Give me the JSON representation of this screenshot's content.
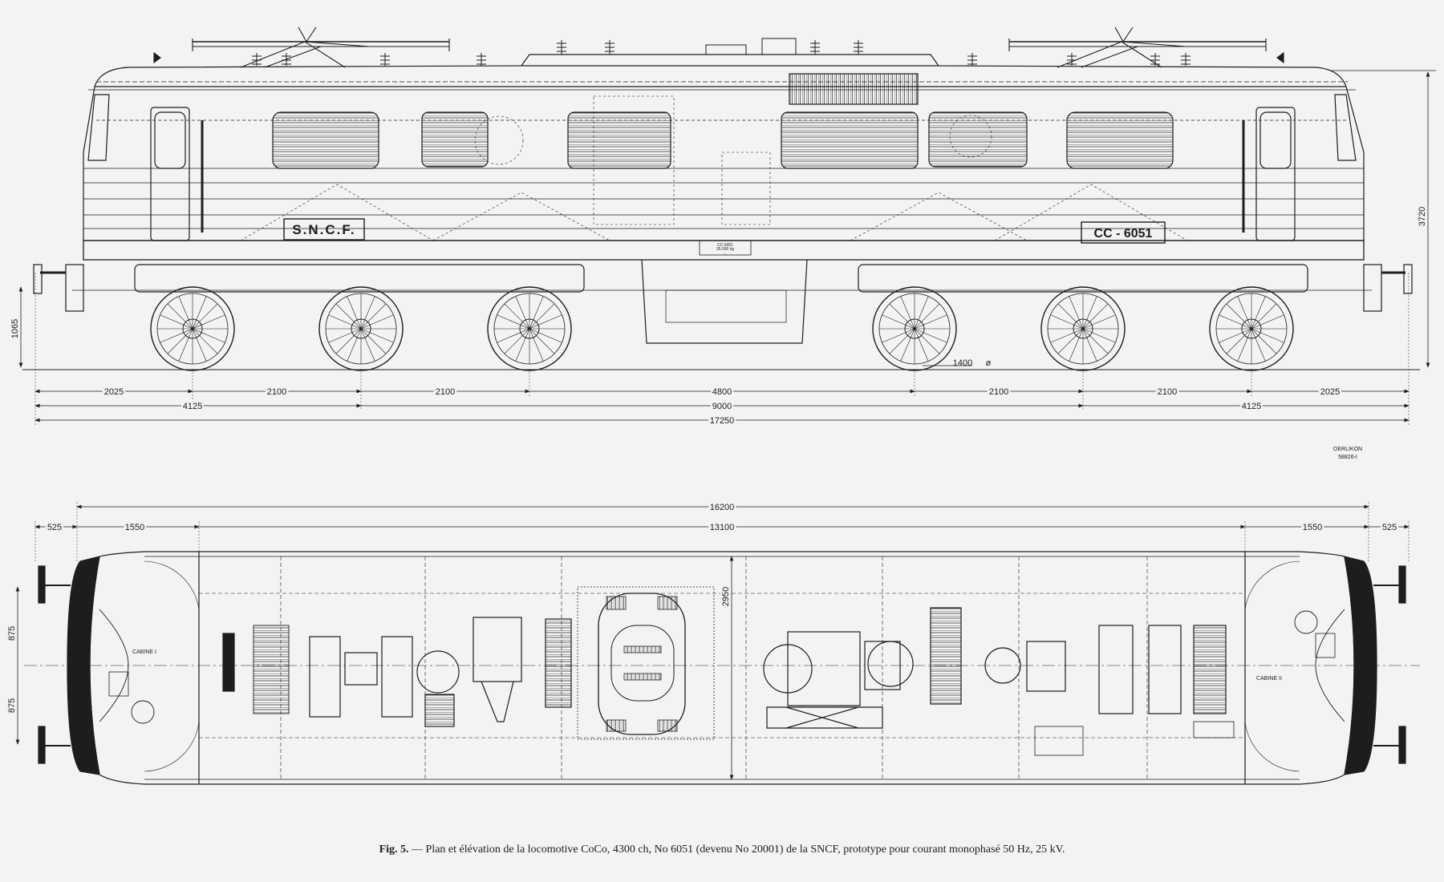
{
  "elevation": {
    "body_lettering": "S.N.C.F.",
    "number_plate": "CC - 6051",
    "height_dims": [
      "1065",
      "3720"
    ],
    "wheel_dim": "1400",
    "wheel_symbol": "ø",
    "row1": [
      "2025",
      "2100",
      "2100",
      "4800",
      "2100",
      "2100",
      "2025"
    ],
    "row2": [
      "4125",
      "9000",
      "4125"
    ],
    "row3": [
      "17250"
    ],
    "placard": [
      "CC-6051",
      "35.000 kg",
      "..."
    ]
  },
  "stamp": {
    "maker": "OERLIKON",
    "ref": "58826-I"
  },
  "plan": {
    "overall": "16200",
    "row": [
      "525",
      "1550",
      "13100",
      "1550",
      "525"
    ],
    "left_height": [
      "875",
      "875"
    ],
    "inner_width": "2950",
    "cab1": "CABINE I",
    "cab2": "CABINE II"
  },
  "caption": {
    "fig": "Fig. 5.",
    "text": " — Plan et élévation de la locomotive CoCo, 4300 ch, No 6051 (devenu No 20001) de la SNCF, prototype pour courant monophasé 50 Hz, 25 kV."
  },
  "colors": {
    "paper": "#f3f3f1",
    "ink": "#1d1d1d"
  }
}
